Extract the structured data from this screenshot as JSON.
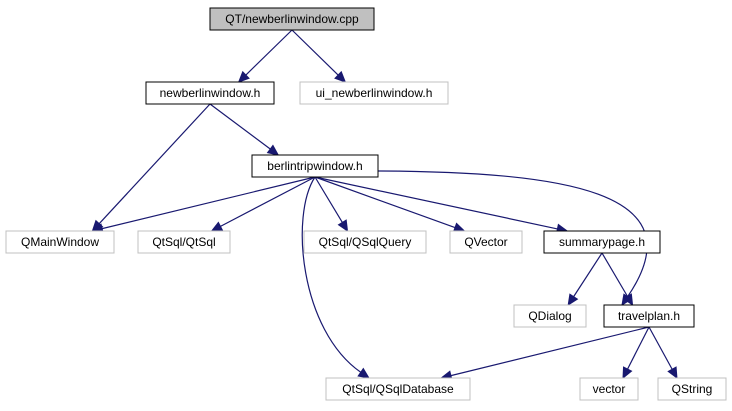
{
  "diagram": {
    "colors": {
      "edge": "#191970",
      "root_fill": "#c0c0c0",
      "internal_border": "#000000",
      "external_border": "#c0c0c0",
      "node_fill": "#ffffff",
      "text": "#000000"
    },
    "nodes": [
      {
        "id": "n-root",
        "label": "QT/newberlinwindow.cpp",
        "kind": "root"
      },
      {
        "id": "n-newberlinwindow-h",
        "label": "newberlinwindow.h",
        "kind": "internal"
      },
      {
        "id": "n-ui-newberlinwindow-h",
        "label": "ui_newberlinwindow.h",
        "kind": "external"
      },
      {
        "id": "n-berlintripwindow-h",
        "label": "berlintripwindow.h",
        "kind": "internal"
      },
      {
        "id": "n-qmainwindow",
        "label": "QMainWindow",
        "kind": "external"
      },
      {
        "id": "n-qtsql-qtsql",
        "label": "QtSql/QtSql",
        "kind": "external"
      },
      {
        "id": "n-qtsql-qsqlquery",
        "label": "QtSql/QSqlQuery",
        "kind": "external"
      },
      {
        "id": "n-qvector",
        "label": "QVector",
        "kind": "external"
      },
      {
        "id": "n-summarypage-h",
        "label": "summarypage.h",
        "kind": "internal"
      },
      {
        "id": "n-qdialog",
        "label": "QDialog",
        "kind": "external"
      },
      {
        "id": "n-travelplan-h",
        "label": "travelplan.h",
        "kind": "internal"
      },
      {
        "id": "n-qtsql-qsqldatabase",
        "label": "QtSql/QSqlDatabase",
        "kind": "external"
      },
      {
        "id": "n-vector",
        "label": "vector",
        "kind": "external"
      },
      {
        "id": "n-qstring",
        "label": "QString",
        "kind": "external"
      }
    ],
    "edges": [
      {
        "from": "n-root",
        "to": "n-newberlinwindow-h"
      },
      {
        "from": "n-root",
        "to": "n-ui-newberlinwindow-h"
      },
      {
        "from": "n-newberlinwindow-h",
        "to": "n-berlintripwindow-h"
      },
      {
        "from": "n-newberlinwindow-h",
        "to": "n-qmainwindow"
      },
      {
        "from": "n-berlintripwindow-h",
        "to": "n-qmainwindow"
      },
      {
        "from": "n-berlintripwindow-h",
        "to": "n-qtsql-qtsql"
      },
      {
        "from": "n-berlintripwindow-h",
        "to": "n-qtsql-qsqlquery"
      },
      {
        "from": "n-berlintripwindow-h",
        "to": "n-qvector"
      },
      {
        "from": "n-berlintripwindow-h",
        "to": "n-summarypage-h"
      },
      {
        "from": "n-berlintripwindow-h",
        "to": "n-travelplan-h"
      },
      {
        "from": "n-berlintripwindow-h",
        "to": "n-qtsql-qsqldatabase"
      },
      {
        "from": "n-summarypage-h",
        "to": "n-qdialog"
      },
      {
        "from": "n-summarypage-h",
        "to": "n-travelplan-h"
      },
      {
        "from": "n-travelplan-h",
        "to": "n-qtsql-qsqldatabase"
      },
      {
        "from": "n-travelplan-h",
        "to": "n-vector"
      },
      {
        "from": "n-travelplan-h",
        "to": "n-qstring"
      }
    ]
  }
}
